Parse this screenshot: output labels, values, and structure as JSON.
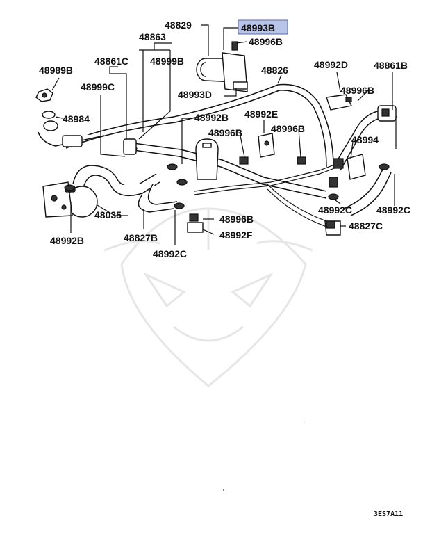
{
  "highlight_color": "#b8c4ea",
  "labels": {
    "p48829": "48829",
    "p48993b": "48993B",
    "p48996b_top": "48996B",
    "p48863": "48863",
    "p48861c": "48861C",
    "p48999b": "48999B",
    "p48989b": "48989B",
    "p48999c": "48999C",
    "p48826": "48826",
    "p48992d": "48992D",
    "p48861b": "48861B",
    "p48993d": "48993D",
    "p48996b_right": "48996B",
    "p48984": "48984",
    "p48992b_mid": "48992B",
    "p48992e": "48992E",
    "p48996b_left": "48996B",
    "p48996b_center": "48996B",
    "p48994": "48994",
    "p48035": "48035",
    "p48996b_low": "48996B",
    "p48992f": "48992F",
    "p48992c_right1": "48992C",
    "p48992c_right2": "48992C",
    "p48827c": "48827C",
    "p48992b_low": "48992B",
    "p48827b": "48827B",
    "p48992c_low": "48992C"
  },
  "diagram_code": "3ES7A11"
}
